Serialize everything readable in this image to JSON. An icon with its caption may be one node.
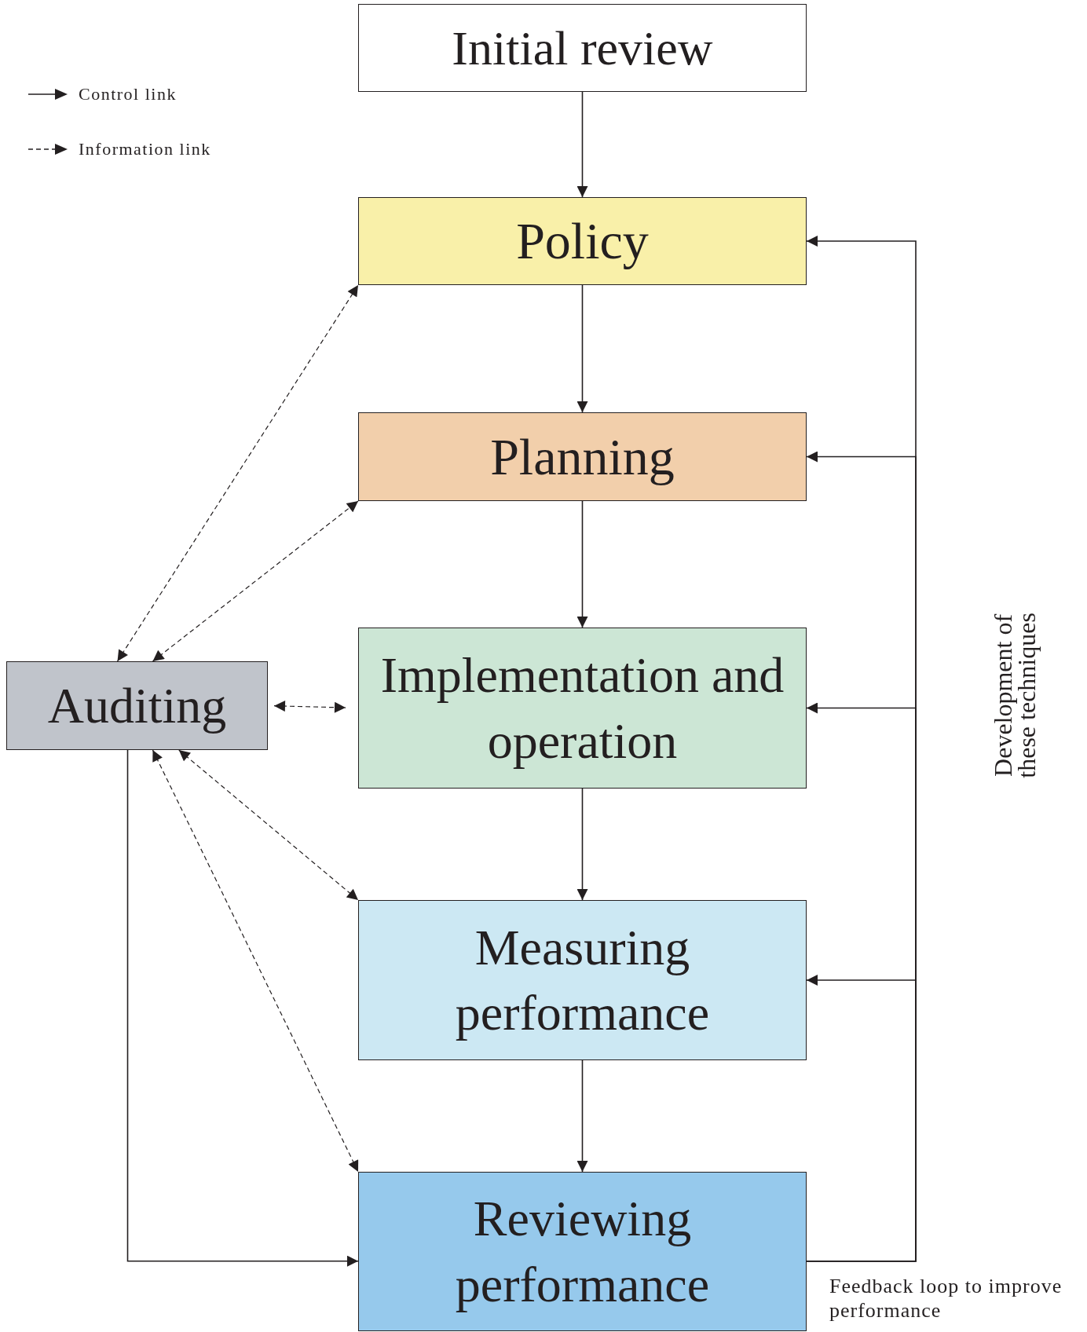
{
  "diagram": {
    "nodes": [
      {
        "text": [
          "Initial review"
        ]
      },
      {
        "text": [
          "Policy"
        ]
      },
      {
        "text": [
          "Planning"
        ]
      },
      {
        "text": [
          "Implementation and operation"
        ]
      },
      {
        "text": [
          "Measuring performance"
        ]
      },
      {
        "text": [
          "Reviewing performance"
        ]
      },
      {
        "text": [
          "Auditing"
        ]
      }
    ],
    "edges": [
      {
        "from": 0,
        "to": 1,
        "arrow": "to"
      },
      {
        "from": 1,
        "to": 2,
        "arrow": "to"
      },
      {
        "from": 2,
        "to": 3,
        "arrow": "to"
      },
      {
        "from": 3,
        "to": 4,
        "arrow": "to"
      },
      {
        "from": 4,
        "to": 5,
        "arrow": "to"
      },
      {
        "from": 6,
        "to": 5,
        "arrow": "to"
      },
      {
        "from": 5,
        "to": 1,
        "arrow": "to"
      },
      {
        "from": 5,
        "to": 2,
        "arrow": "to"
      },
      {
        "from": 5,
        "to": 3,
        "arrow": "to"
      },
      {
        "from": 5,
        "to": 4,
        "arrow": "to"
      },
      {
        "from": 6,
        "to": 1,
        "arrow": "both",
        "style": "dashed"
      },
      {
        "from": 6,
        "to": 2,
        "arrow": "both",
        "style": "dashed"
      },
      {
        "from": 6,
        "to": 3,
        "arrow": "both",
        "style": "dashed"
      },
      {
        "from": 6,
        "to": 4,
        "arrow": "both",
        "style": "dashed"
      },
      {
        "from": 6,
        "to": 5,
        "arrow": "both",
        "style": "dashed"
      }
    ],
    "labels": [
      "Development of these techniques",
      "Feedback loop to improve performance"
    ],
    "legend": [
      {
        "text": "Control link"
      },
      {
        "text": "Information link"
      }
    ]
  }
}
